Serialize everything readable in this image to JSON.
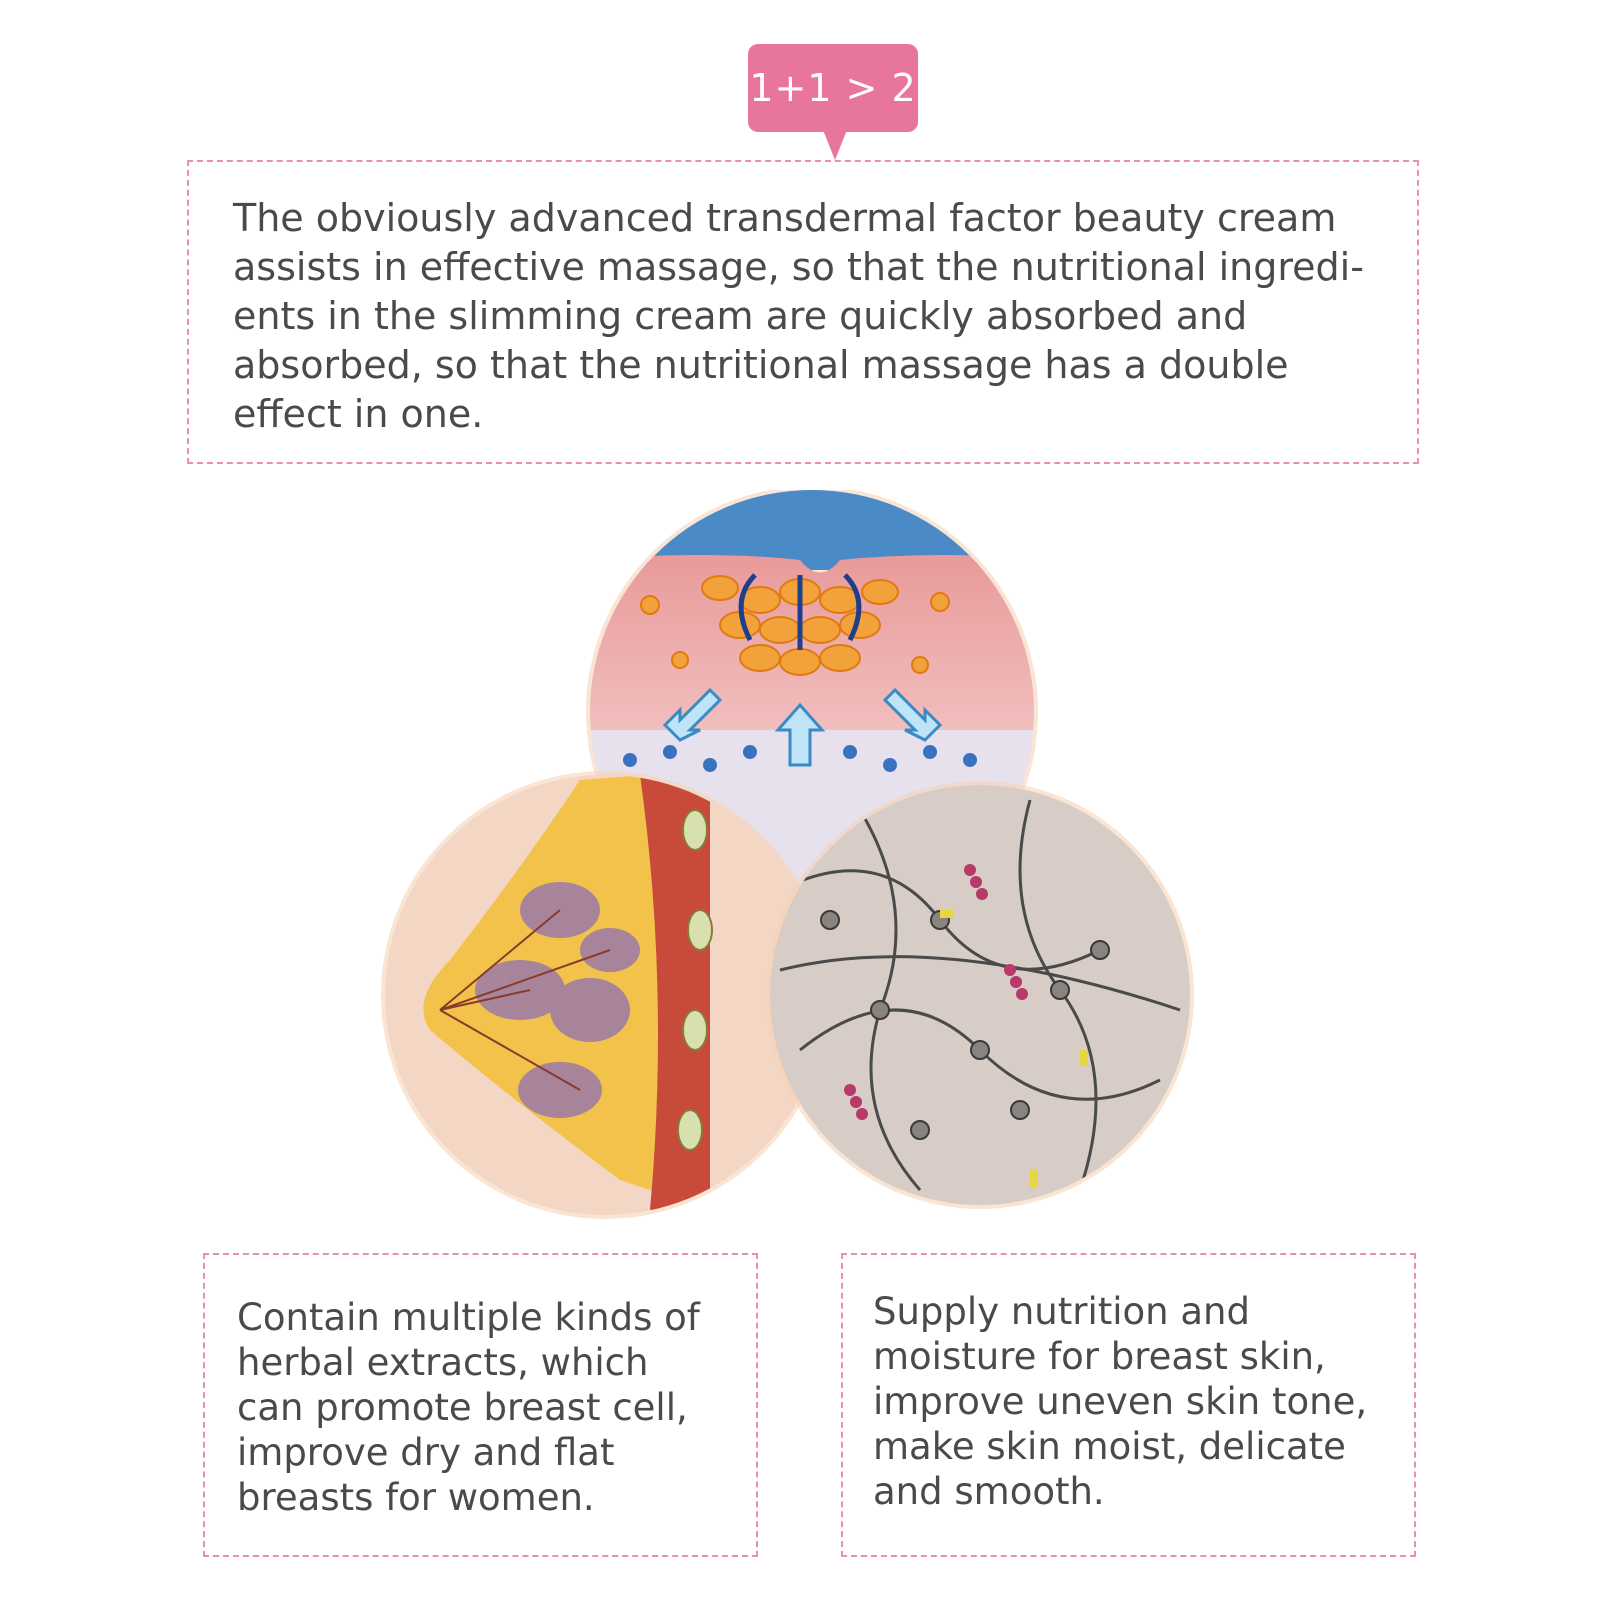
{
  "badge": {
    "text": "1+1 > 2"
  },
  "top_box": {
    "text": "The obviously advanced transdermal factor beauty cream assists in effective massage, so that the nutritional ingredi-ents in the slimming cream are quickly absorbed and absorbed, so that the nutritional massage has a double effect in one."
  },
  "left_box": {
    "text": "Contain multiple kinds of herbal extracts, which can promote breast cell, improve dry and flat breasts for women."
  },
  "right_box": {
    "text": "Supply nutrition and moisture for breast skin, improve uneven skin tone, make skin moist, delicate and smooth."
  },
  "colors": {
    "accent_pink": "#e8769a",
    "dashed_border": "#ea8fac",
    "text": "#4a4a4a"
  },
  "illustrations": [
    "skin-absorption-icon",
    "breast-anatomy-icon",
    "collagen-network-icon"
  ]
}
